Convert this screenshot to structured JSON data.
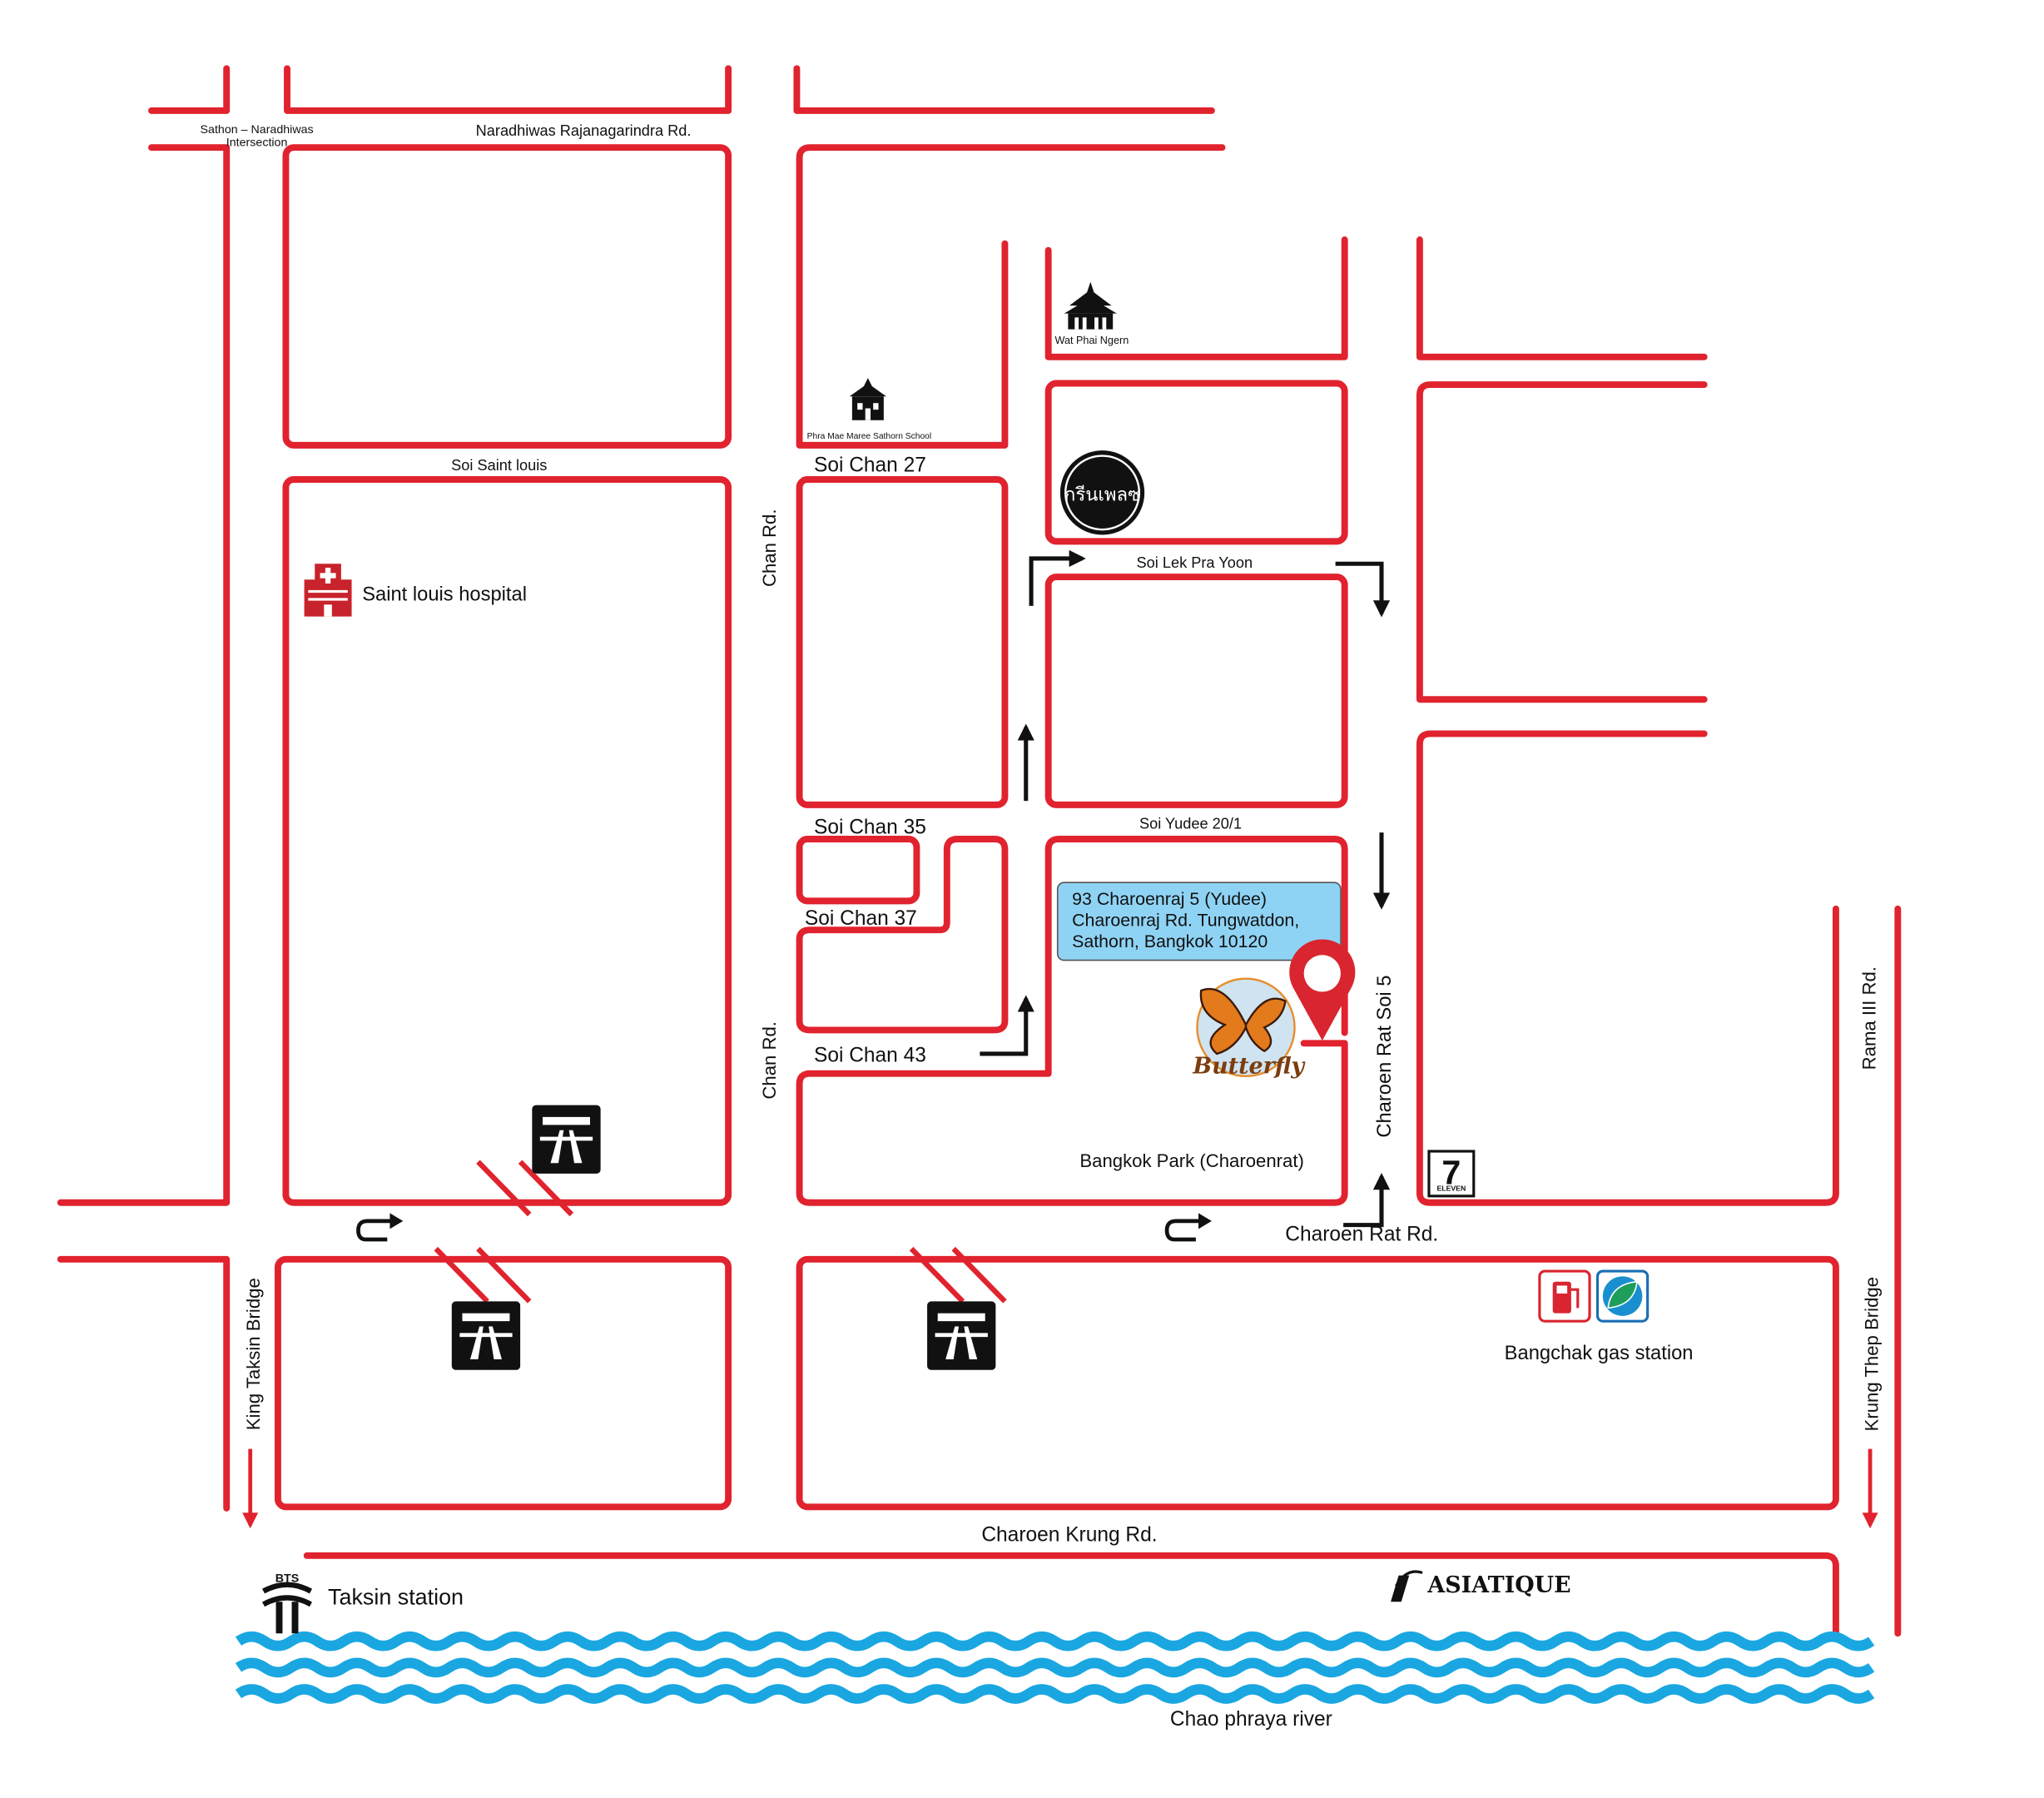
{
  "roads": {
    "sathon_intersection_line1": "Sathon – Naradhiwas",
    "sathon_intersection_line2": "Intersection",
    "naradhiwas": "Naradhiwas Rajanagarindra Rd.",
    "soi_saint_louis": "Soi Saint louis",
    "soi_chan_27": "Soi Chan 27",
    "soi_chan_35": "Soi Chan 35",
    "soi_chan_37": "Soi Chan 37",
    "soi_chan_43": "Soi Chan 43",
    "chan_rd_top": "Chan Rd.",
    "chan_rd_bottom": "Chan Rd.",
    "soi_lek_pra_yoon": "Soi Lek Pra Yoon",
    "soi_yudee": "Soi Yudee 20/1",
    "charoen_rat_soi_5": "Charoen Rat Soi 5",
    "charoen_rat_rd": "Charoen Rat Rd.",
    "rama_iii": "Rama III Rd.",
    "king_taksin_bridge": "King Taksin Bridge",
    "krung_thep_bridge": "Krung Thep Bridge",
    "charoen_krung": "Charoen Krung Rd.",
    "river": "Chao phraya river"
  },
  "places": {
    "hospital": "Saint louis hospital",
    "wat": "Wat Phai Ngern",
    "school": "Phra Mae Maree Sathorn School",
    "bangkok_park": "Bangkok Park (Charoenrat)",
    "gas_station": "Bangchak gas station",
    "taksin_station": "Taksin station",
    "bts": "BTS",
    "asiatique": "ASIATIQUE",
    "seven_eleven": "ELEVEN",
    "seven_digit": "7",
    "restaurant_logo": "กรีนเพลซ",
    "butterfly_logo": "Butterfly"
  },
  "address": {
    "line1": "93 Charoenraj 5 (Yudee)",
    "line2": "Charoenraj Rd. Tungwatdon,",
    "line3": "Sathorn, Bangkok 10120"
  },
  "colors": {
    "road": "#e0232e",
    "river": "#1aa7e1",
    "address_box": "#8fd3f4",
    "pin": "#d9252f",
    "icon": "#111111"
  },
  "icons": [
    "hospital-icon",
    "temple-icon",
    "school-icon",
    "expressway-icon",
    "u-turn-icon",
    "bts-icon",
    "fuel-pump-icon",
    "bangchak-leaf-icon",
    "seven-eleven-icon",
    "location-pin-icon",
    "butterfly-logo-icon"
  ]
}
